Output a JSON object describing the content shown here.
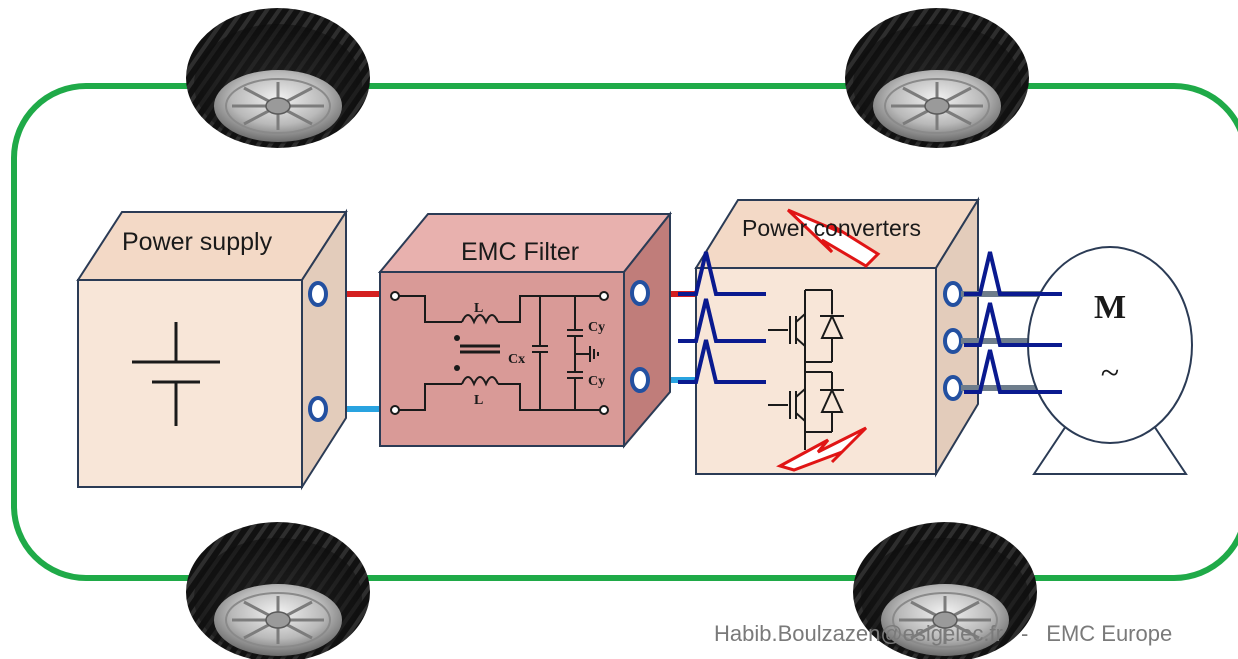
{
  "blocks": {
    "power_supply": "Power supply",
    "emc_filter": "EMC Filter",
    "power_converters": "Power converters"
  },
  "filter_components": {
    "inductor": "L",
    "x_capacitor": "Cx",
    "y_capacitor": "Cy"
  },
  "motor": {
    "symbol": "M",
    "ac_symbol": "~"
  },
  "footer": {
    "author_email": "Habib.Boulzazen@esigelec.fr",
    "separator": "-",
    "event": "EMC Europe"
  },
  "colors": {
    "chassis_loop": "#1faa48",
    "box_face": "#f8e6d8",
    "box_side": "#e3ccbb",
    "box_top": "#f3d9c6",
    "filter_face": "#d99a97",
    "filter_side": "#c07d7a",
    "filter_top": "#e8b1ae",
    "positive_line": "#d42020",
    "negative_line": "#29a3e0",
    "noise_pulse": "#0a1a8f",
    "spark": "#e01515"
  }
}
